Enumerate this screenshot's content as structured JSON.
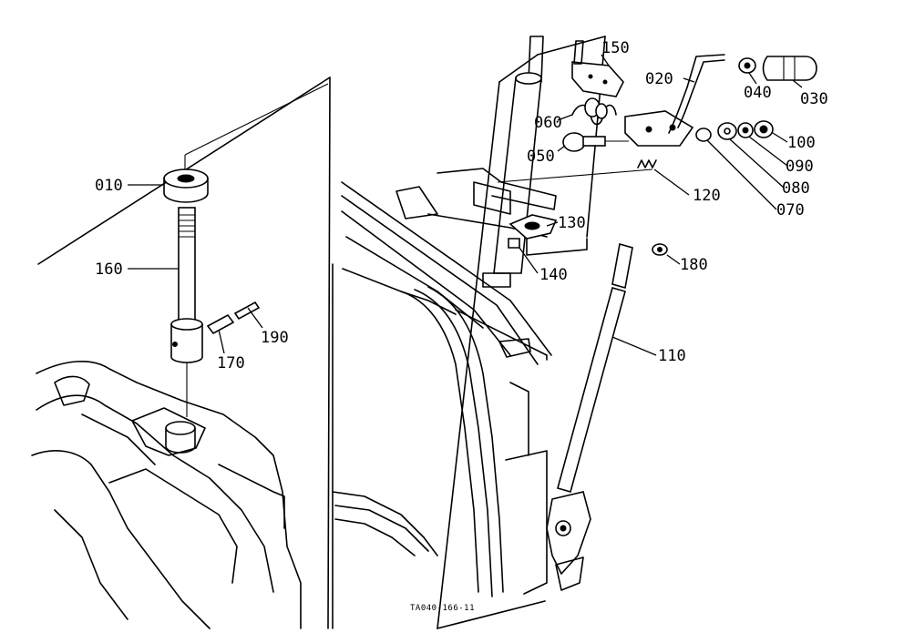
{
  "parts": [
    {
      "id": "p010",
      "label": "010"
    },
    {
      "id": "p020",
      "label": "020"
    },
    {
      "id": "p030",
      "label": "030"
    },
    {
      "id": "p040",
      "label": "040"
    },
    {
      "id": "p050",
      "label": "050"
    },
    {
      "id": "p060",
      "label": "060"
    },
    {
      "id": "p070",
      "label": "070"
    },
    {
      "id": "p080",
      "label": "080"
    },
    {
      "id": "p090",
      "label": "090"
    },
    {
      "id": "p100",
      "label": "100"
    },
    {
      "id": "p110",
      "label": "110"
    },
    {
      "id": "p120",
      "label": "120"
    },
    {
      "id": "p130",
      "label": "130"
    },
    {
      "id": "p140",
      "label": "140"
    },
    {
      "id": "p150",
      "label": "150"
    },
    {
      "id": "p160",
      "label": "160"
    },
    {
      "id": "p170",
      "label": "170"
    },
    {
      "id": "p180",
      "label": "180"
    },
    {
      "id": "p190",
      "label": "190"
    }
  ],
  "drawing_code": "TA040-166-11"
}
